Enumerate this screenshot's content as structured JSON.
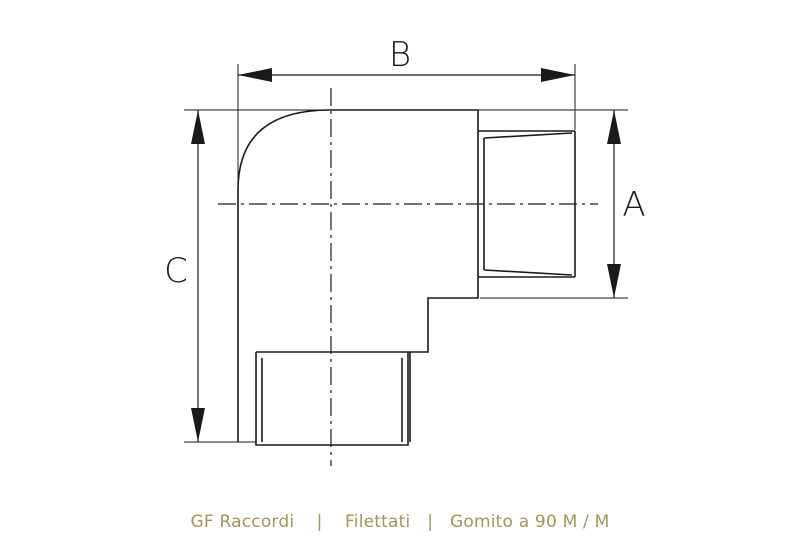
{
  "dimensions": {
    "a": "A",
    "b": "B",
    "c": "C"
  },
  "caption": {
    "brand": "GF Raccordi",
    "separator_1": "|",
    "category": "Filettati",
    "separator_2": "|",
    "product": "Gomito a 90 M / M"
  },
  "colors": {
    "line": "#1a1a1a",
    "caption_text": "#a8925a"
  }
}
